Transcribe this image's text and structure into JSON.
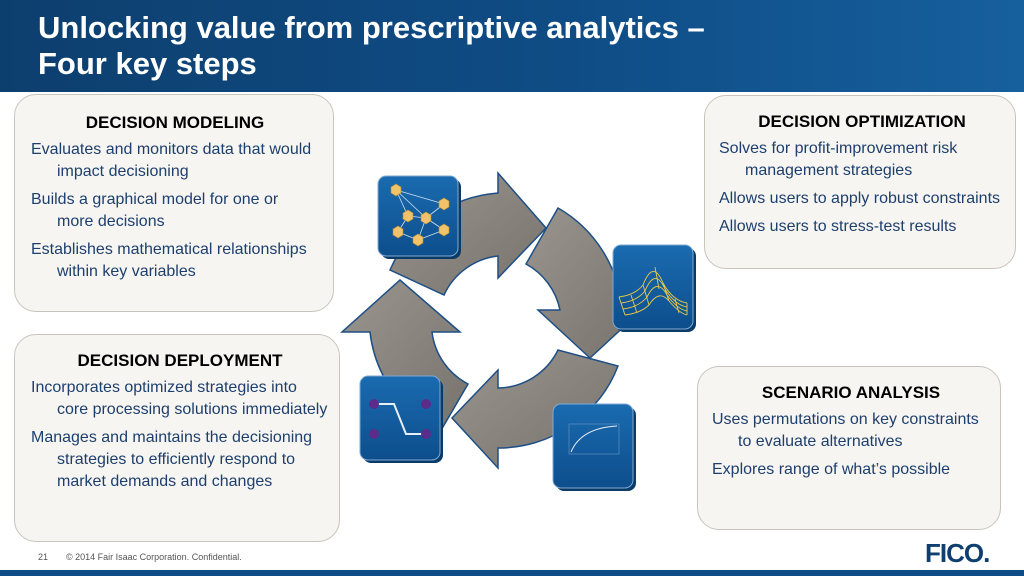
{
  "title": "Unlocking value from prescriptive analytics –\nFour key steps",
  "cards": {
    "modeling": {
      "heading": "DECISION MODELING",
      "items": [
        "Evaluates and monitors data that would impact decisioning",
        "Builds a graphical model for one or more decisions",
        "Establishes mathematical relationships within key variables"
      ]
    },
    "optimization": {
      "heading": "DECISION OPTIMIZATION",
      "items": [
        "Solves for profit-improvement risk management strategies",
        "Allows users to apply robust constraints",
        "Allows users to stress-test results"
      ]
    },
    "deployment": {
      "heading": "DECISION DEPLOYMENT",
      "items": [
        "Incorporates optimized strategies into core processing solutions immediately",
        "Manages and maintains the decisioning strategies to efficiently respond to market demands and changes"
      ]
    },
    "scenario": {
      "heading": "SCENARIO ANALYSIS",
      "items": [
        "Uses permutations on key constraints to evaluate alternatives",
        "Explores range of what’s possible"
      ]
    }
  },
  "icons": [
    "network-icon",
    "surface-plot-icon",
    "curve-chart-icon",
    "flow-icon"
  ],
  "colors": {
    "header": "#0f4c85",
    "arrow": "#8a8580",
    "icon_tile": "#0f5a9c",
    "node": "#f0c36a"
  },
  "footer": {
    "page_number": "21",
    "copyright": "© 2014 Fair Isaac Corporation. Confidential.",
    "logo": "FICO."
  }
}
